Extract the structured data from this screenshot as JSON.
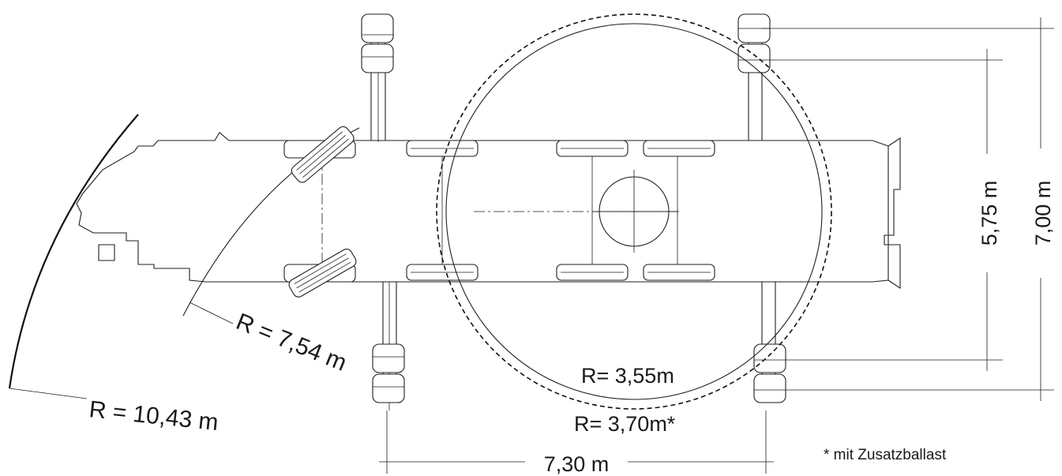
{
  "labels": {
    "radius_outer": "R = 10,43 m",
    "radius_inner": "R = 7,54 m",
    "radius_circle": "R= 3,55m",
    "radius_circle_ballast": "R= 3,70m*",
    "width_dimension": "7,30 m",
    "outrigger_inner": "5,75 m",
    "outrigger_outer": "7,00 m",
    "footnote": "* mit Zusatzballast"
  }
}
